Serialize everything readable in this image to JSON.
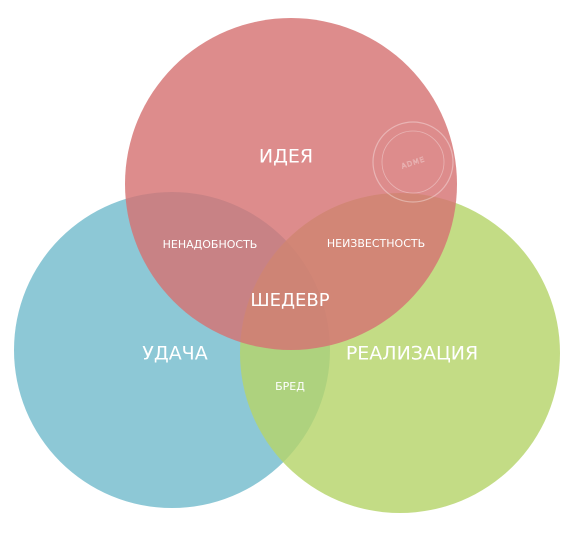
{
  "diagram": {
    "circles": [
      {
        "id": "idea",
        "label": "ИДЕЯ",
        "color": "#d67373"
      },
      {
        "id": "luck",
        "label": "УДАЧА",
        "color": "#74bccd"
      },
      {
        "id": "realization",
        "label": "РЕАЛИЗАЦИЯ",
        "color": "#b6d46a"
      }
    ],
    "intersections": {
      "idea_luck": "НЕНАДОБНОСТЬ",
      "idea_realization": "НЕИЗВЕСТНОСТЬ",
      "luck_realization": "БРЕД",
      "all": "ШЕДЕВР"
    },
    "watermark": "ADME"
  }
}
